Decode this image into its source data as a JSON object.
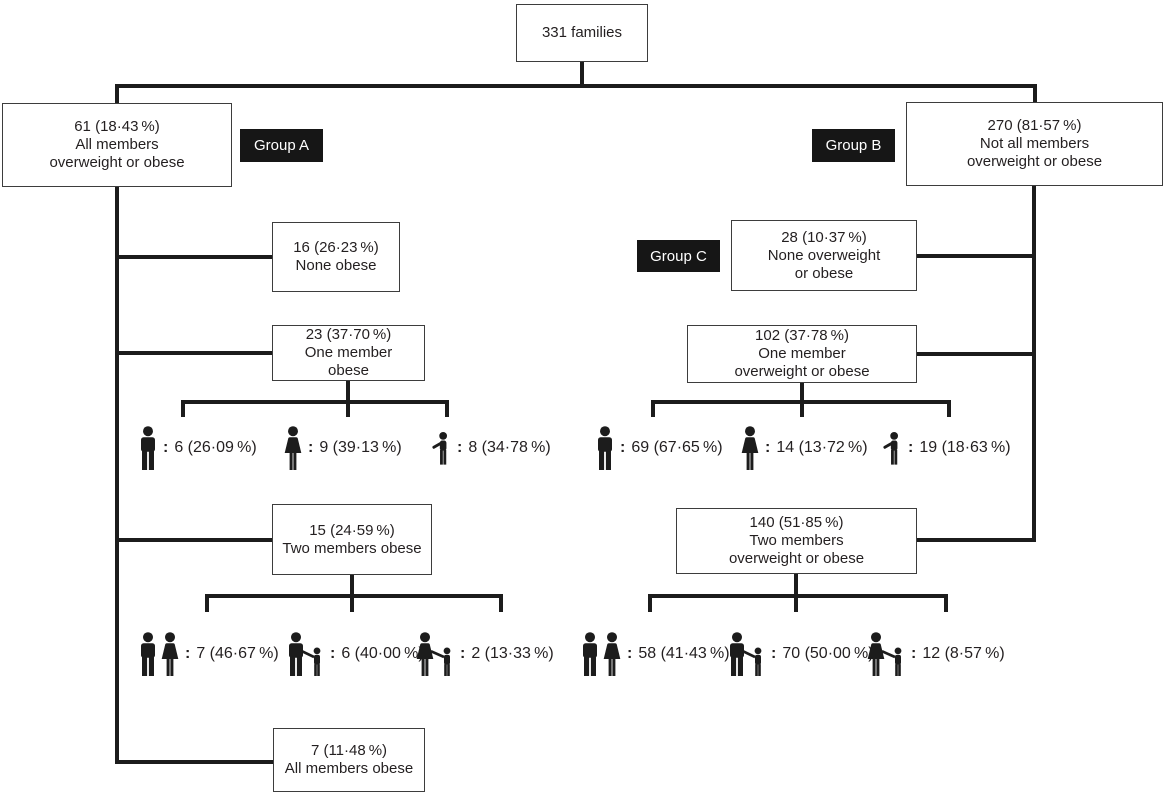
{
  "diagram": {
    "root_label": "331 families",
    "colon": ":",
    "groups": {
      "a": {
        "badge": "Group A",
        "box": "61 (18·43 %)\nAll members\noverweight or obese",
        "none": "16 (26·23 %)\nNone obese",
        "one": "23 (37·70 %)\nOne member\nobese",
        "one_breakdown": [
          {
            "icon": "man-icon",
            "value": "6 (26·09 %)"
          },
          {
            "icon": "woman-icon",
            "value": "9 (39·13 %)"
          },
          {
            "icon": "child-icon",
            "value": "8 (34·78 %)"
          }
        ],
        "two": "15 (24·59 %)\nTwo members obese",
        "two_breakdown": [
          {
            "icon": "man-woman-icon",
            "value": "7 (46·67 %)"
          },
          {
            "icon": "man-child-icon",
            "value": "6 (40·00 %)"
          },
          {
            "icon": "woman-child-icon",
            "value": "2 (13·33 %)"
          }
        ],
        "all": "7 (11·48 %)\nAll members obese"
      },
      "b": {
        "badge": "Group B",
        "box": "270 (81·57 %)\nNot all members\noverweight or obese",
        "none_badge": "Group C",
        "none": "28 (10·37 %)\nNone overweight\nor obese",
        "one": "102 (37·78 %)\nOne member\noverweight or obese",
        "one_breakdown": [
          {
            "icon": "man-icon",
            "value": "69 (67·65 %)"
          },
          {
            "icon": "woman-icon",
            "value": "14 (13·72 %)"
          },
          {
            "icon": "child-icon",
            "value": "19 (18·63 %)"
          }
        ],
        "two": "140 (51·85 %)\nTwo members\noverweight or obese",
        "two_breakdown": [
          {
            "icon": "man-woman-icon",
            "value": "58 (41·43 %)"
          },
          {
            "icon": "man-child-icon",
            "value": "70 (50·00 %)"
          },
          {
            "icon": "woman-child-icon",
            "value": "12 (8·57 %)"
          }
        ]
      }
    },
    "colors": {
      "line": "#1c1c1c",
      "box_border": "#3d3d3d",
      "badge_bg": "#161616",
      "badge_text": "#ffffff",
      "text": "#231f20"
    }
  }
}
